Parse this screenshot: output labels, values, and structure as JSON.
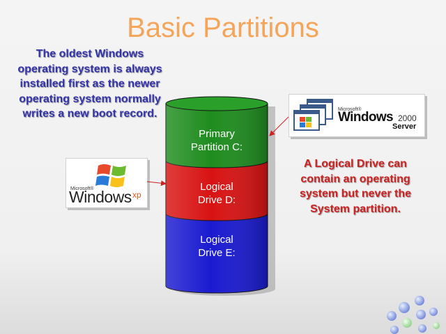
{
  "slide": {
    "title": "Basic Partitions"
  },
  "notes": {
    "left": "The oldest Windows operating system is always installed first as the newer operating system normally writes a new boot record.",
    "right": "A Logical Drive can contain an operating system but never the System partition."
  },
  "cylinder": {
    "segments": [
      {
        "id": "c",
        "line1": "Primary",
        "line2": "Partition C:",
        "color": "#1e8c1e"
      },
      {
        "id": "d",
        "line1": "Logical",
        "line2": "Drive D:",
        "color": "#d81212"
      },
      {
        "id": "e",
        "line1": "Logical",
        "line2": "Drive E:",
        "color": "#1a1ad0"
      }
    ]
  },
  "logos": {
    "xp": {
      "maker": "Microsoft®",
      "word": "Windows",
      "suffix": "xp"
    },
    "server2000": {
      "maker": "Microsoft®",
      "word": "Windows",
      "version": "2000",
      "edition": "Server"
    }
  },
  "colors": {
    "title": "#f5a55a",
    "note_left": "#3333aa",
    "note_right": "#cc2222",
    "arrow": "#cc2222"
  }
}
